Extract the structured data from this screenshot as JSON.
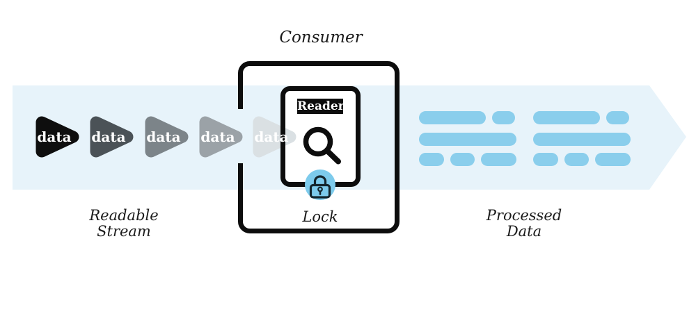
{
  "labels": {
    "consumer": "Consumer",
    "reader": "Reader",
    "lock": "Lock",
    "readable_stream": {
      "line1": "Readable",
      "line2": "Stream"
    },
    "processed_data": {
      "line1": "Processed",
      "line2": "Data"
    }
  },
  "stream": {
    "chunks": [
      {
        "label": "data",
        "color": "#0e0e0e"
      },
      {
        "label": "data",
        "color": "#4b5257"
      },
      {
        "label": "data",
        "color": "#7c8489"
      },
      {
        "label": "data",
        "color": "#9ba2a7"
      },
      {
        "label": "data",
        "color": "#dae0e3"
      }
    ]
  },
  "icons": {
    "magnifier": "search-icon",
    "padlock": "lock-icon"
  },
  "colors": {
    "canvas_bg": "#ffffff",
    "arrow_bg": "#e7f3fa",
    "pill_blue": "#8aceec",
    "lock_circle_blue": "#7dcbec",
    "outline_black": "#0d0d0d",
    "label_text": "#1b1b1b",
    "chunk_text": "#ffffff",
    "padlock_stroke": "#14262e"
  }
}
